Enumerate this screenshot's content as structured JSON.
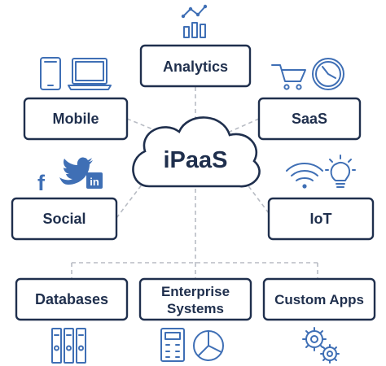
{
  "diagram": {
    "center": {
      "label": "iPaaS"
    },
    "nodes": {
      "analytics": "Analytics",
      "mobile": "Mobile",
      "saas": "SaaS",
      "social": "Social",
      "iot": "IoT",
      "databases": "Databases",
      "enterprise_line1": "Enterprise",
      "enterprise_line2": "Systems",
      "custom_apps": "Custom Apps"
    },
    "colors": {
      "box_stroke": "#1f2f4d",
      "icon": "#3f6fb5",
      "connector": "#b8bcc4"
    },
    "icons": {
      "analytics": "bar-chart-with-trend-line-icon",
      "mobile": [
        "smartphone-icon",
        "laptop-icon"
      ],
      "saas": [
        "shopping-cart-icon",
        "clock-icon"
      ],
      "social": [
        "facebook-icon",
        "twitter-icon",
        "linkedin-icon"
      ],
      "iot": [
        "wifi-icon",
        "light-bulb-icon"
      ],
      "databases": "binders-icon",
      "enterprise_systems": [
        "calculator-icon",
        "pie-chart-icon"
      ],
      "custom_apps": "gears-icon"
    },
    "social_glyphs": {
      "facebook": "f",
      "linkedin": "in"
    }
  }
}
